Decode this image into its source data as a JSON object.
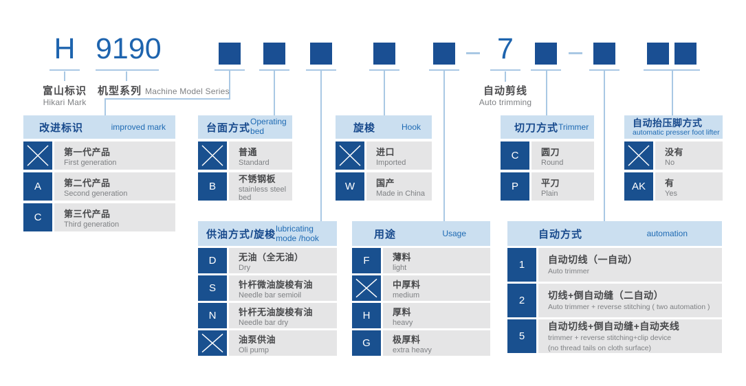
{
  "model_code": {
    "brand_letter": "H",
    "series": "9190",
    "auto_trim_digit": "7",
    "separator": "-"
  },
  "top_labels": {
    "hikari_zh": "富山标识",
    "hikari_en": "Hikari Mark",
    "series_zh": "机型系列",
    "series_en": "Machine Model Series",
    "trim_zh": "自动剪线",
    "trim_en": "Auto trimming"
  },
  "colors": {
    "primary_blue": "#1a4f93",
    "key_blue": "#19508f",
    "header_blue": "#cbdff0",
    "line_blue": "#a9c8e4",
    "accent_text_blue": "#1e64ae",
    "subtitle_blue": "#1e6ab3",
    "row_gray": "#e5e5e6",
    "zh_text": "#48494b",
    "en_text": "#7e8083"
  },
  "boxes": [
    {
      "id": "improved-mark",
      "title_zh": "改进标识",
      "title_en": "improved mark",
      "rows": [
        {
          "key": "X",
          "zh": "第一代产品",
          "en": "First generation"
        },
        {
          "key": "A",
          "zh": "第二代产品",
          "en": "Second generation"
        },
        {
          "key": "C",
          "zh": "第三代产品",
          "en": "Third generation"
        }
      ]
    },
    {
      "id": "operating-bed",
      "title_zh": "台面方式",
      "title_en": "Operating bed",
      "rows": [
        {
          "key": "X",
          "zh": "普通",
          "en": "Standard"
        },
        {
          "key": "B",
          "zh": "不锈钢板",
          "en": "stainless steel bed"
        }
      ]
    },
    {
      "id": "hook",
      "title_zh": "旋梭",
      "title_en": "Hook",
      "rows": [
        {
          "key": "X",
          "zh": "进口",
          "en": "Imported"
        },
        {
          "key": "W",
          "zh": "国产",
          "en": "Made in China"
        }
      ]
    },
    {
      "id": "trimmer",
      "title_zh": "切刀方式",
      "title_en": "Trimmer",
      "rows": [
        {
          "key": "C",
          "zh": "圆刀",
          "en": "Round"
        },
        {
          "key": "P",
          "zh": "平刀",
          "en": "Plain"
        }
      ]
    },
    {
      "id": "presser-foot-lifter",
      "title_zh": "自动抬压脚方式",
      "title_en": "automatic presser foot lifter",
      "rows": [
        {
          "key": "X",
          "zh": "没有",
          "en": "No"
        },
        {
          "key": "AK",
          "zh": "有",
          "en": "Yes"
        }
      ]
    },
    {
      "id": "lubricating-mode",
      "title_zh": "供油方式/旋梭",
      "title_en": "lubricating mode /hook",
      "rows": [
        {
          "key": "D",
          "zh": "无油（全无油）",
          "en": "Dry"
        },
        {
          "key": "S",
          "zh": "针杆微油旋梭有油",
          "en": "Needle bar semioil"
        },
        {
          "key": "N",
          "zh": "针杆无油旋梭有油",
          "en": "Needle bar dry"
        },
        {
          "key": "X",
          "zh": "油泵供油",
          "en": "Oli pump"
        }
      ]
    },
    {
      "id": "usage",
      "title_zh": "用途",
      "title_en": "Usage",
      "rows": [
        {
          "key": "F",
          "zh": "薄料",
          "en": "light"
        },
        {
          "key": "X",
          "zh": "中厚料",
          "en": "medium"
        },
        {
          "key": "H",
          "zh": "厚料",
          "en": "heavy"
        },
        {
          "key": "G",
          "zh": "极厚料",
          "en": "extra heavy"
        }
      ]
    },
    {
      "id": "automation",
      "title_zh": "自动方式",
      "title_en": "automation",
      "rows": [
        {
          "key": "1",
          "zh": "自动切线（一自动）",
          "en": "Auto trimmer"
        },
        {
          "key": "2",
          "zh": "切线+倒自动缝（二自动）",
          "en": "Auto trimmer + reverse stitching ( two automation )"
        },
        {
          "key": "5",
          "zh": "自动切线+倒自动缝+自动夹线",
          "en": "trimmer + reverse stitching+clip device",
          "en2": "(no thread tails on cloth surface)"
        }
      ]
    }
  ]
}
